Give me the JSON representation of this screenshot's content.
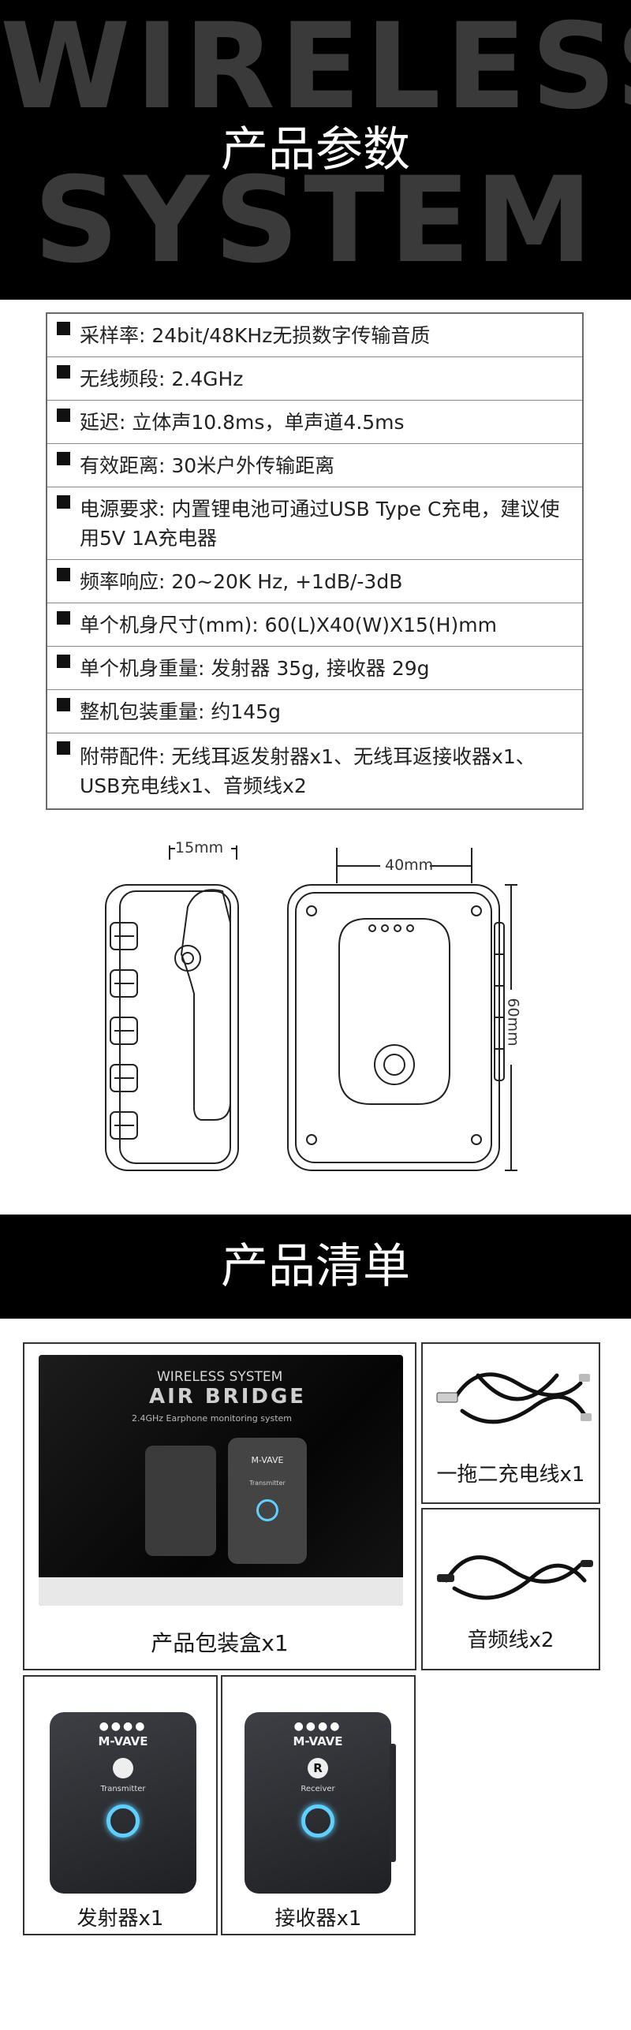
{
  "section1": {
    "bg_word_1": "WIRELESS",
    "bg_word_2": "SYSTEM",
    "title": "产品参数"
  },
  "specs": [
    "采样率: 24bit/48KHz无损数字传输音质",
    "无线频段: 2.4GHz",
    "延迟: 立体声10.8ms，单声道4.5ms",
    "有效距离: 30米户外传输距离",
    "电源要求: 内置锂电池可通过USB Type C充电，建议使用5V 1A充电器",
    "频率响应: 20~20K Hz, +1dB/-3dB",
    "单个机身尺寸(mm): 60(L)X40(W)X15(H)mm",
    "单个机身重量: 发射器 35g, 接收器 29g",
    "整机包装重量: 约145g",
    "附带配件: 无线耳返发射器x1、无线耳返接收器x1、USB充电线x1、音频线x2"
  ],
  "diagram": {
    "depth_label": "15mm",
    "width_label": "40mm",
    "height_label": "60mm"
  },
  "section2": {
    "title": "产品清单"
  },
  "package": {
    "brand_line": "WIRELESS SYSTEM",
    "product_name": "AIR BRIDGE",
    "subtitle": "2.4GHz Earphone  monitoring system",
    "logo": "M-VAVE",
    "device_role": "Transmitter"
  },
  "items": {
    "box": "产品包装盒x1",
    "cable_usb": "一拖二充电线x1",
    "cable_audio": "音频线x2",
    "transmitter": "发射器x1",
    "receiver": "接收器x1"
  },
  "devices": {
    "logo": "M-VAVE",
    "transmitter_role": "Transmitter",
    "receiver_role": "Receiver",
    "receiver_mark": "R"
  },
  "colors": {
    "banner_bg": "#000000",
    "bg_word": "#3a3a3a",
    "ring_glow": "#5fd0ff"
  }
}
